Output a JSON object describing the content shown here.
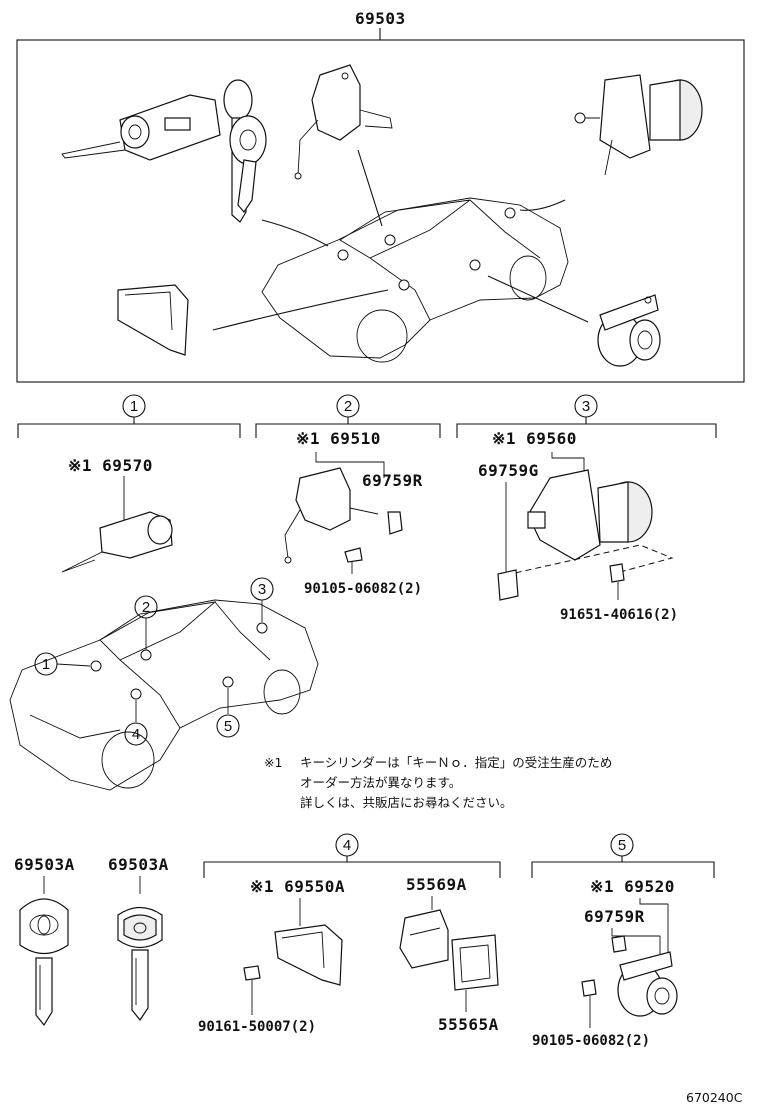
{
  "assembly_number": "69503",
  "groups": [
    {
      "id": "1",
      "label": "1"
    },
    {
      "id": "2",
      "label": "2"
    },
    {
      "id": "3",
      "label": "3"
    },
    {
      "id": "4",
      "label": "4"
    },
    {
      "id": "5",
      "label": "5"
    }
  ],
  "car_callouts": [
    "1",
    "2",
    "3",
    "4",
    "5"
  ],
  "parts": {
    "p69570": "※1 69570",
    "p69510": "※1 69510",
    "p69759R_a": "69759R",
    "p90105_a": "90105-06082(2)",
    "p69560": "※1 69560",
    "p69759G": "69759G",
    "p91651": "91651-40616(2)",
    "p69503A_1": "69503A",
    "p69503A_2": "69503A",
    "p69550A": "※1 69550A",
    "p55569A": "55569A",
    "p90161": "90161-50007(2)",
    "p55565A": "55565A",
    "p69520": "※1 69520",
    "p69759R_b": "69759R",
    "p90105_b": "90105-06082(2)"
  },
  "note": {
    "marker": "※1",
    "line1": "キーシリンダーは「キーＮｏ．指定」の受注生産のため",
    "line2": "オーダー方法が異なります。",
    "line3": "詳しくは、共販店にお尋ねください。"
  },
  "diagram_code": "670240C"
}
